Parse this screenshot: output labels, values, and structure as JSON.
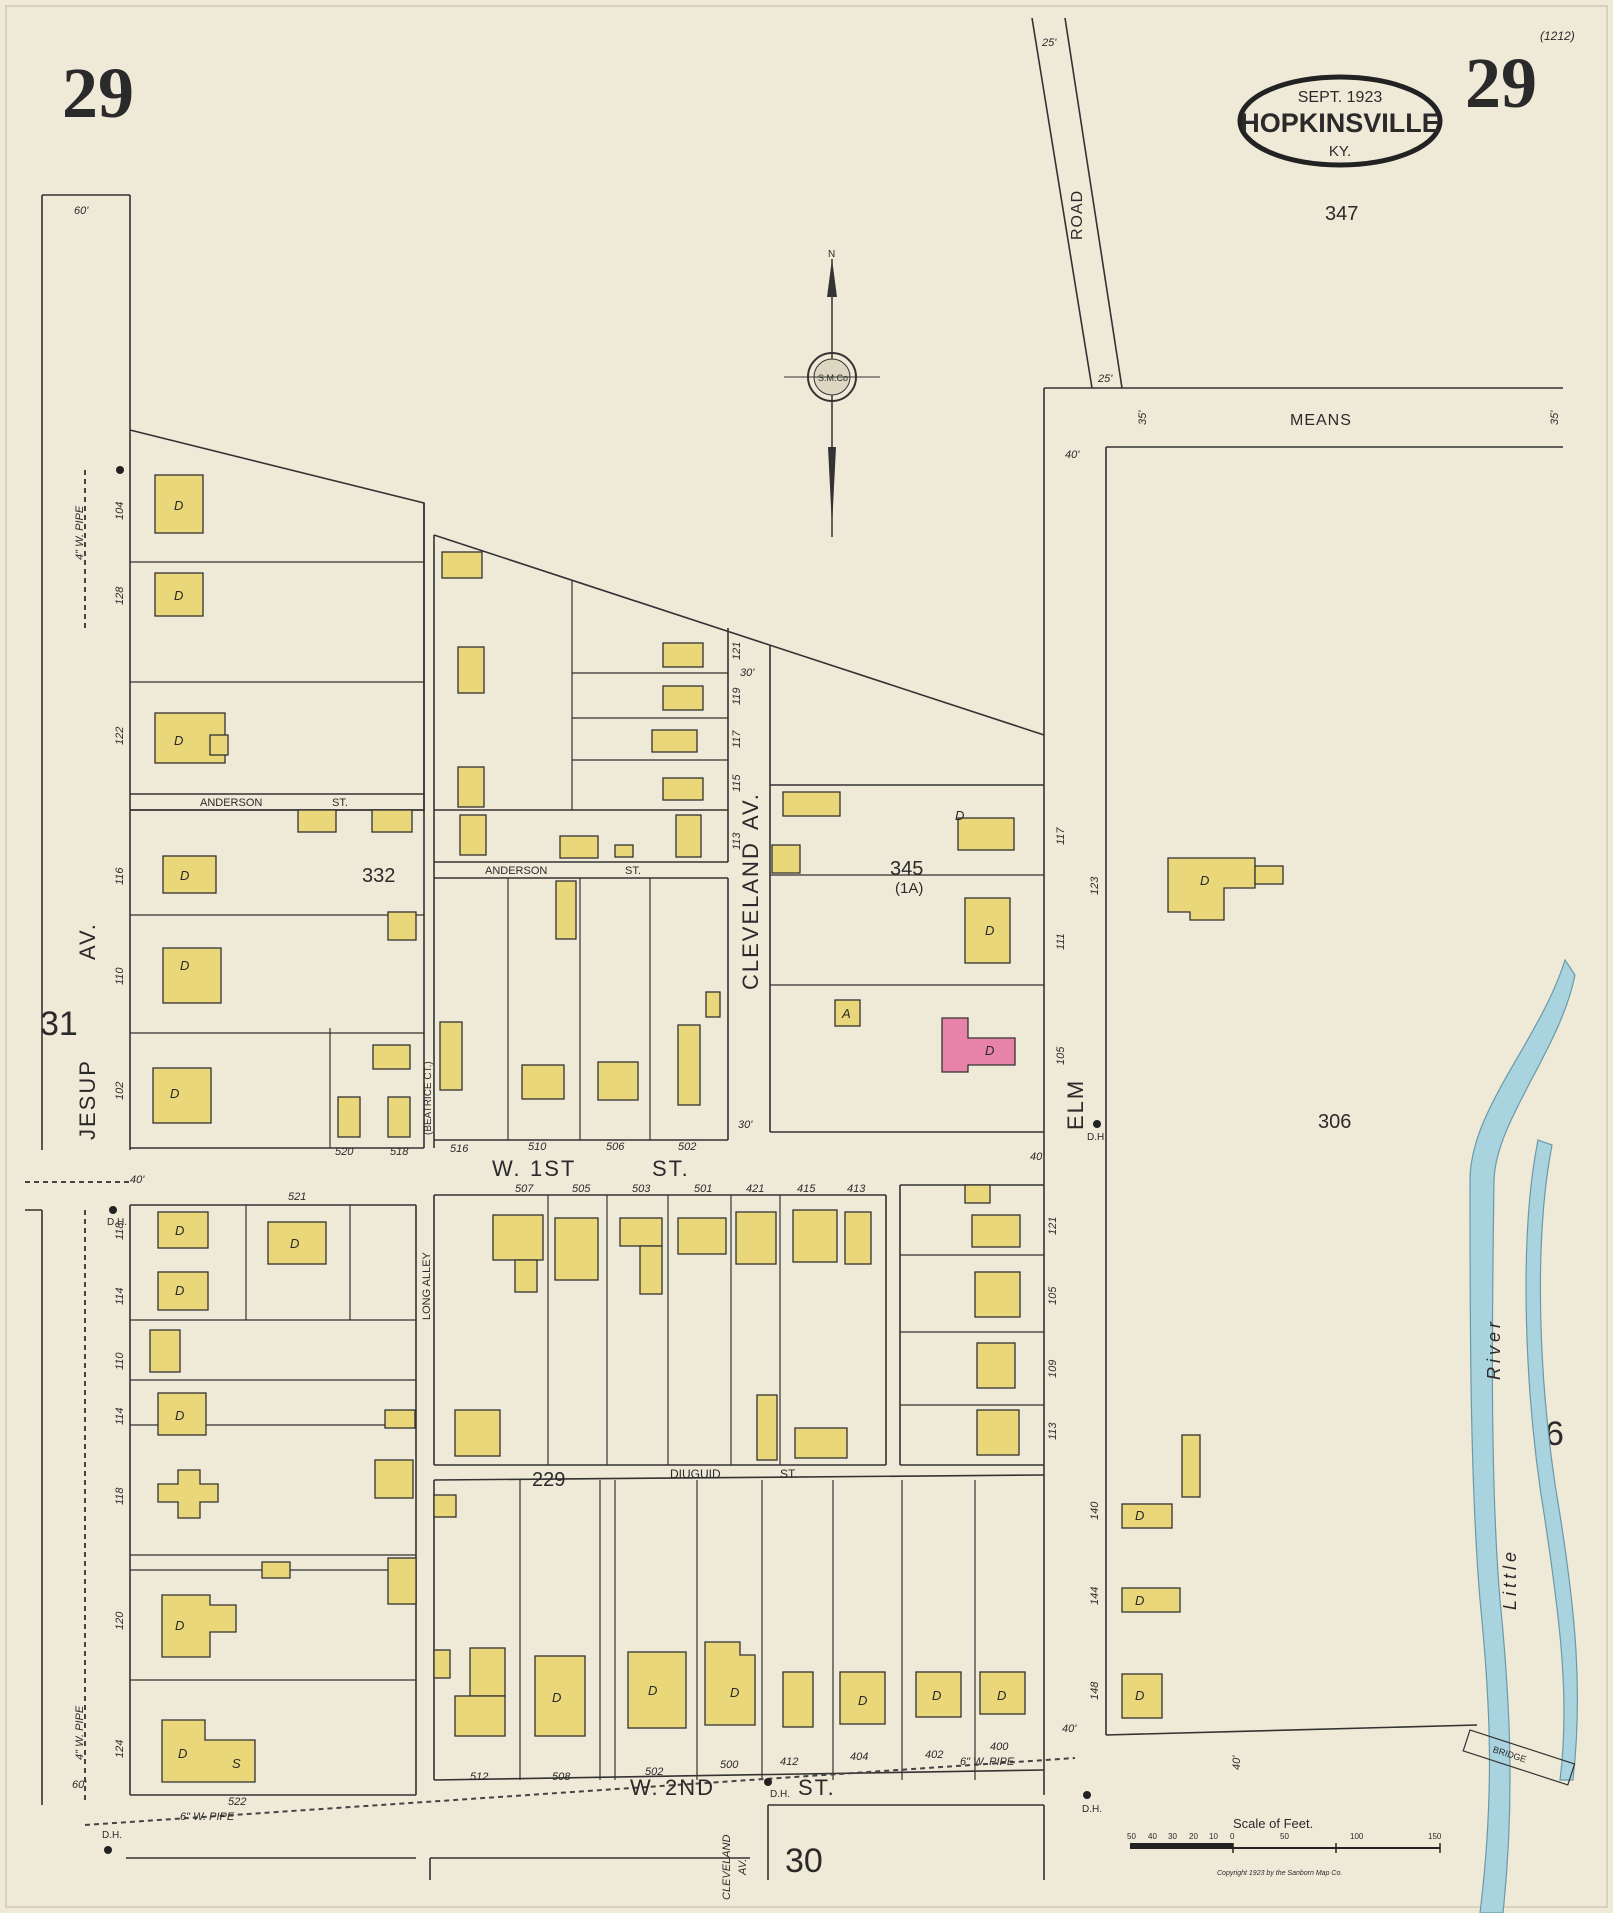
{
  "sheet": {
    "page_number": "29",
    "sheet_code": "(1212)",
    "cartouche": {
      "date": "SEPT. 1923",
      "city": "HOPKINSVILLE",
      "state": "KY."
    }
  },
  "streets": {
    "means": "MEANS",
    "road": "ROAD",
    "jesup": "JESUP",
    "jesup_av": "AV.",
    "cleveland": "CLEVELAND",
    "cleveland_av": "AV.",
    "elm": "ELM",
    "anderson_left": "ANDERSON",
    "anderson_left_st": "ST.",
    "anderson_mid": "ANDERSON",
    "anderson_mid_st": "ST.",
    "w1st_w": "W.",
    "w1st_num": "1ST",
    "w1st_st": "ST.",
    "w2nd_w": "W.",
    "w2nd_num": "2ND",
    "w2nd_st": "ST.",
    "diuguid": "DIUGUID",
    "diuguid_st": "ST.",
    "long_alley": "LONG ALLEY",
    "beatrice_ct": "(BEATRICE CT.)",
    "cleveland_bottom": "CLEVELAND",
    "cleveland_bottom_av": "AV."
  },
  "blocks": {
    "b347": "347",
    "b345": "345",
    "b345_sub": "(1A)",
    "b332": "332",
    "b306": "306",
    "b229": "229"
  },
  "adjacent_sheets": {
    "west": "31",
    "south": "30",
    "east": "6"
  },
  "widths": {
    "w60_top": "60'",
    "w25_top": "25'",
    "w25_road": "25'",
    "w35_left": "35'",
    "w35_right": "35'",
    "w40_elm": "40'",
    "w30_cleve_top": "30'",
    "w30_cleve_bot": "30'",
    "w40_w1st": "40'",
    "w40_elm_bot": "40'",
    "w40_w2nd": "40'",
    "w60_bottom": "60'",
    "w40_w2nd_right": "40'"
  },
  "pipes": {
    "jesup_top": "4\" W. PIPE",
    "jesup_bottom": "4\" W. PIPE",
    "w2nd_left": "6\" W. PIPE",
    "w2nd_right": "6\" W. PIPE"
  },
  "hydrants": {
    "label": "D.H."
  },
  "river": {
    "word1": "Little",
    "word2": "River",
    "bridge": "BRIDGE"
  },
  "scale": {
    "title": "Scale of Feet.",
    "ticks": [
      "50",
      "40",
      "30",
      "20",
      "10",
      "0",
      "50",
      "100",
      "150"
    ]
  },
  "copyright": "Copyright 1923 by the Sanborn Map Co.",
  "compass": {
    "north": "N",
    "mark": "S.M.Co"
  },
  "address_labels": {
    "jesup_104": "104",
    "jesup_128": "128",
    "jesup_122": "122",
    "jesup_116": "116",
    "jesup_110": "110",
    "jesup_102": "102",
    "jesup_118": "118",
    "jesup_114": "114",
    "jesup_110b": "110",
    "jesup_114b": "114",
    "jesup_118b": "118",
    "jesup_120": "120",
    "jesup_124": "124",
    "w1st_520": "520",
    "w1st_518": "518",
    "w1st_516": "516",
    "w1st_510": "510",
    "w1st_506": "506",
    "w1st_502": "502",
    "w1st_521": "521",
    "w1st_507": "507",
    "w1st_505": "505",
    "w1st_503": "503",
    "w1st_501": "501",
    "w1st_421": "421",
    "w1st_415": "415",
    "w1st_413": "413",
    "w2nd_522": "522",
    "w2nd_512": "512",
    "w2nd_508": "508",
    "w2nd_502": "502",
    "w2nd_500": "500",
    "w2nd_412": "412",
    "w2nd_404": "404",
    "w2nd_402": "402",
    "w2nd_400": "400",
    "elm_121": "121",
    "elm_105": "105",
    "elm_109": "109",
    "elm_113": "113",
    "elm_140": "140",
    "elm_144": "144",
    "elm_148": "148",
    "elm_123": "123",
    "cleve_121": "121",
    "cleve_119": "119",
    "cleve_117": "117",
    "cleve_115": "115",
    "cleve_113": "113",
    "cleve_111": "111",
    "cleve_105": "105",
    "cleve_117b": "117"
  },
  "dwelling_mark": "D",
  "auto_mark": "A",
  "stable_mark": "S"
}
